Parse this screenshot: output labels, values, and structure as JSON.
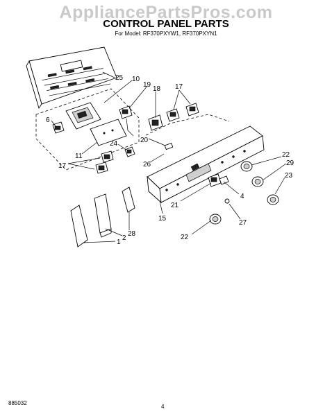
{
  "watermark": "AppliancePartsPros.com",
  "header": {
    "title": "CONTROL PANEL PARTS",
    "subtitle": "For Model: RF370PXYW1, RF370PXYN1"
  },
  "footer": {
    "doc_number": "885032",
    "page_number": "4"
  },
  "callouts": {
    "c25": "25",
    "c10": "10",
    "c19": "19",
    "c18": "18",
    "c17a": "17",
    "c6": "6",
    "c11": "11",
    "c17b": "17",
    "c24": "24",
    "c26": "26",
    "c20": "20",
    "c22a": "22",
    "c29": "29",
    "c23": "23",
    "c4": "4",
    "c21": "21",
    "c15": "15",
    "c27": "27",
    "c22b": "22",
    "c28": "28",
    "c2": "2",
    "c1": "1"
  }
}
